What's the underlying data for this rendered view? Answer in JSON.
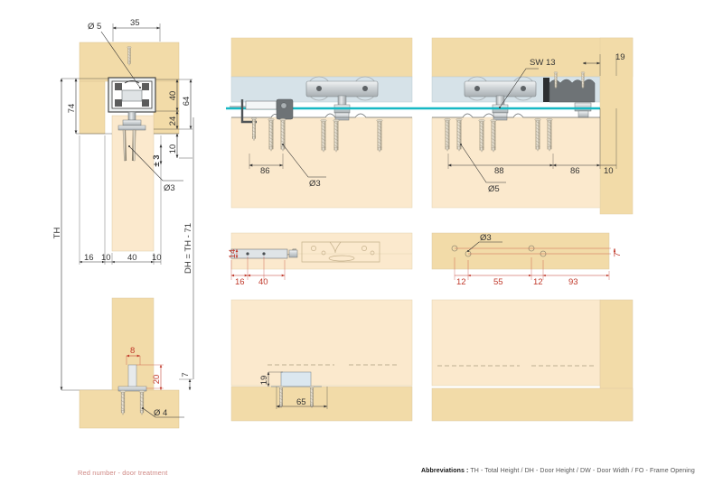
{
  "document": {
    "type": "technical-drawing",
    "title": "Sliding door fitting installation detail",
    "background_color": "#ffffff"
  },
  "colors": {
    "wood_dark": "#f2dba8",
    "wood_light": "#fbe9cd",
    "rail_blue": "#d6e2e8",
    "metal": "#c9cdd0",
    "metal_dark": "#8d9295",
    "cable_teal": "#16b8c4",
    "red_dim": "#c0392b",
    "black_dim": "#333333",
    "bracket_gray": "#6e7376"
  },
  "panels": {
    "left_section": {
      "name": "vertical-section-view",
      "dimensions": {
        "hole_dia_top": "Ø 5",
        "offset_35": "35",
        "height_74": "74",
        "height_40": "40",
        "height_64": "64",
        "height_24": "24",
        "height_10": "10",
        "tolerance": "± 3",
        "hole_dia_door": "Ø3",
        "total_height": "TH",
        "door_height_formula": "DH = TH - 71",
        "base_16": "16",
        "base_10a": "10",
        "base_40": "40",
        "base_10b": "10",
        "bottom_8": "8",
        "bottom_20": "20",
        "bottom_7": "7",
        "floor_screw_dia": "Ø 4"
      }
    },
    "top_middle_section": {
      "name": "horizontal-section-left",
      "dimensions": {
        "edge_86": "86",
        "hole_dia": "Ø3"
      }
    },
    "top_right_section": {
      "name": "horizontal-section-right",
      "dimensions": {
        "wrench_size": "SW 13",
        "edge_19": "19",
        "span_88": "88",
        "span_86": "86",
        "edge_10": "10",
        "hole_dia": "Ø5"
      }
    },
    "mid_left_section": {
      "name": "plan-view-bracket-left",
      "dimensions": {
        "height_14": "14",
        "pos_16": "16",
        "pos_40": "40"
      }
    },
    "mid_right_section": {
      "name": "plan-view-holes-right",
      "dimensions": {
        "hole_dia": "Ø3",
        "pos_12a": "12",
        "pos_55": "55",
        "pos_12b": "12",
        "pos_93": "93",
        "edge_7": "7"
      }
    },
    "bottom_middle_section": {
      "name": "bottom-guide-section",
      "dimensions": {
        "height_19": "19",
        "width_65": "65"
      }
    },
    "bottom_right_section": {
      "name": "bottom-plan-view",
      "dimensions": {}
    }
  },
  "footer": {
    "red_note": "Red number - door treatment",
    "abbreviations_label": "Abbreviations :",
    "abbreviations_text": " TH - Total Height / DH - Door Height / DW - Door Width / FO - Frame Opening",
    "abbrev_items": [
      {
        "code": "TH",
        "meaning": "Total Height"
      },
      {
        "code": "DH",
        "meaning": "Door Height"
      },
      {
        "code": "DW",
        "meaning": "Door Width"
      },
      {
        "code": "FO",
        "meaning": "Frame Opening"
      }
    ]
  }
}
